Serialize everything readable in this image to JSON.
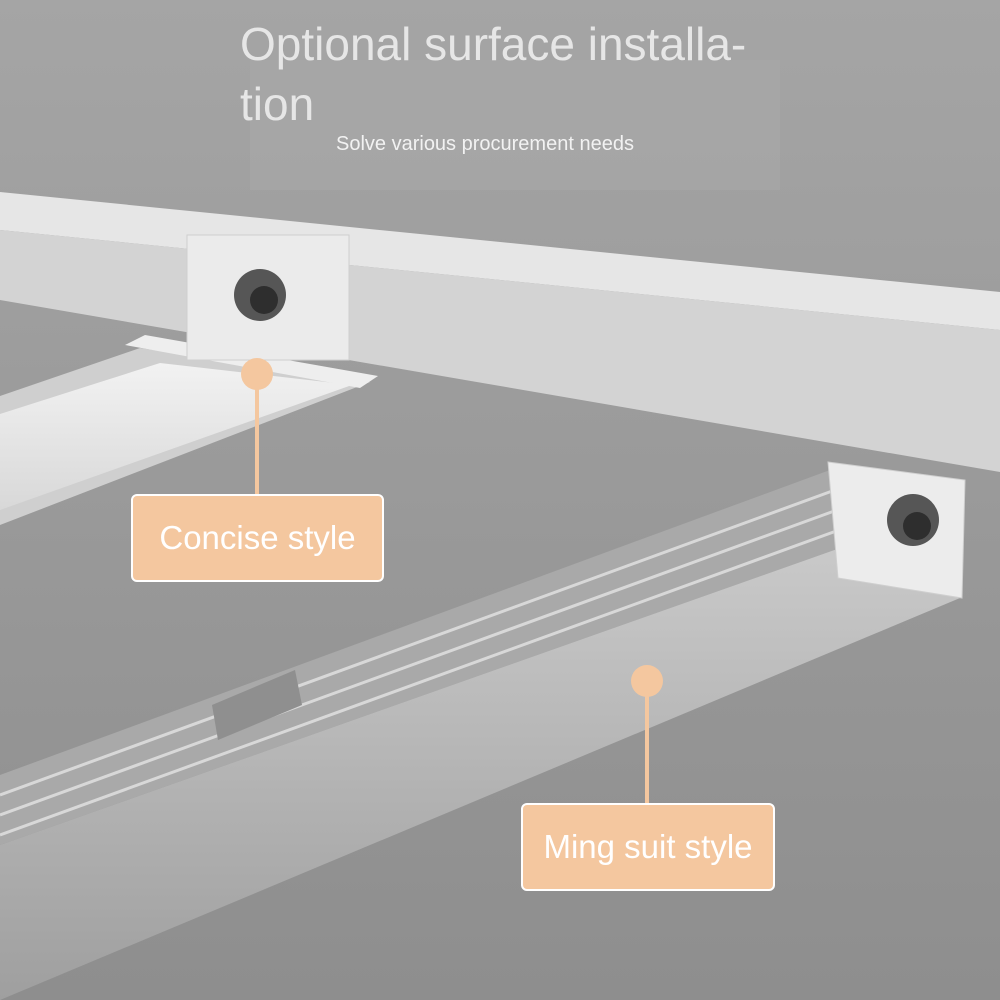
{
  "heading": {
    "title": "Optional surface installa-tion",
    "subtitle": "Solve various procurement needs"
  },
  "callouts": {
    "concise": "Concise style",
    "ming": "Ming suit style"
  },
  "colors": {
    "background": "#9a9a9a",
    "ceiling": "#d6d6d6",
    "profile_silver": "#b9b9b9",
    "callout_fill": "#f4c79f",
    "callout_text": "#ffffff",
    "title_text": "#e6e6e6"
  }
}
